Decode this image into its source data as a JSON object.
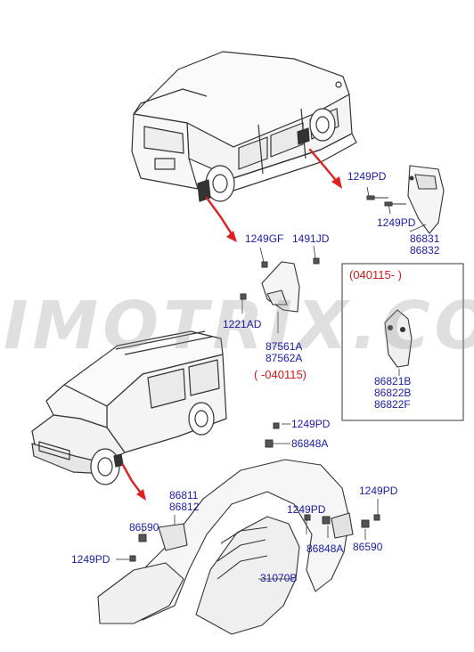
{
  "watermark": "IMOTRIX.COM",
  "colors": {
    "label": "#1a1aa6",
    "note": "#d11818",
    "arrow": "#e02020",
    "line": "#333333"
  },
  "labels": {
    "p1249PD_rear": "1249PD",
    "p1249PD_rear2": "1249PD",
    "p86831": "86831",
    "p86832": "86832",
    "p1249GF": "1249GF",
    "p1491JD": "1491JD",
    "p1221AD": "1221AD",
    "p87561A": "87561A",
    "p87562A": "87562A",
    "note_040115_to": "( -040115)",
    "note_040115_from": "(040115- )",
    "p86821B": "86821B",
    "p86822B": "86822B",
    "p86822F": "86822F",
    "p1249PD_mid": "1249PD",
    "p86848A_mid": "86848A",
    "p86811": "86811",
    "p86812": "86812",
    "p86590_left": "86590",
    "p1249PD_left": "1249PD",
    "p1249PD_r1": "1249PD",
    "p1249PD_r2": "1249PD",
    "p86848A_r": "86848A",
    "p86590_r": "86590",
    "p31070B": "31070B"
  }
}
